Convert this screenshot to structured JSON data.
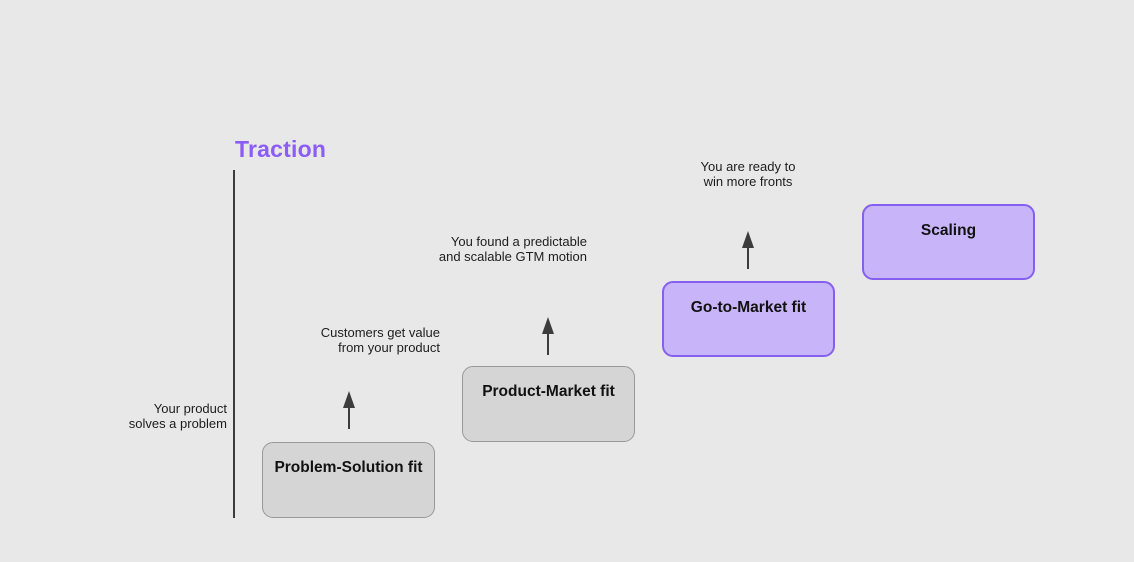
{
  "title": {
    "text": "Traction"
  },
  "colors": {
    "background": "#e8e8e8",
    "title": "#8b5cf6",
    "axis": "#3c3c3c",
    "ink": "#1d1d1d",
    "gray_fill": "#d5d5d5",
    "gray_border": "#999999",
    "purple_fill": "#c8b4f8",
    "purple_border": "#8560ee"
  },
  "stages": [
    {
      "label": "Problem-Solution fit",
      "annotation": "Your product\nsolves a problem",
      "variant": "gray"
    },
    {
      "label": "Product-Market fit",
      "annotation": "Customers get value\nfrom your product",
      "variant": "gray"
    },
    {
      "label": "Go-to-Market fit",
      "annotation": "You found a predictable\nand scalable GTM motion",
      "variant": "purple"
    },
    {
      "label": "Scaling",
      "annotation": "You are ready to\nwin more fronts",
      "variant": "purple"
    }
  ]
}
